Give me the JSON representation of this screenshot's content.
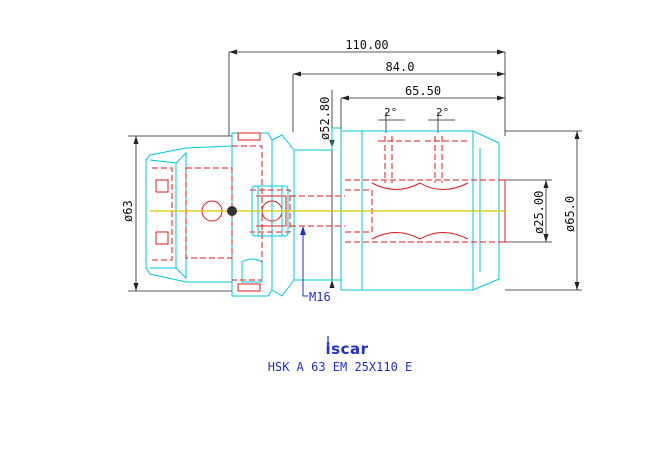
{
  "dimensions": {
    "overall_length": "110.00",
    "body_length": "84.0",
    "sleeve_length": "65.50",
    "flange_diameter": "ø52.80",
    "angle_left": "2°",
    "angle_right": "2°",
    "shank_diameter": "ø63",
    "bore_diameter": "ø25.00",
    "body_diameter": "ø65.0",
    "screw_thread": "M16"
  },
  "logo": {
    "text": "iscar",
    "color": "#2030c8"
  },
  "designation": "HSK A 63 EM 25X110 E",
  "colors": {
    "outline": "#00c8dc",
    "hidden_lines": "#e01818",
    "center_line": "#d8c800",
    "callout": "#2030c8",
    "dimension": "#222222"
  }
}
